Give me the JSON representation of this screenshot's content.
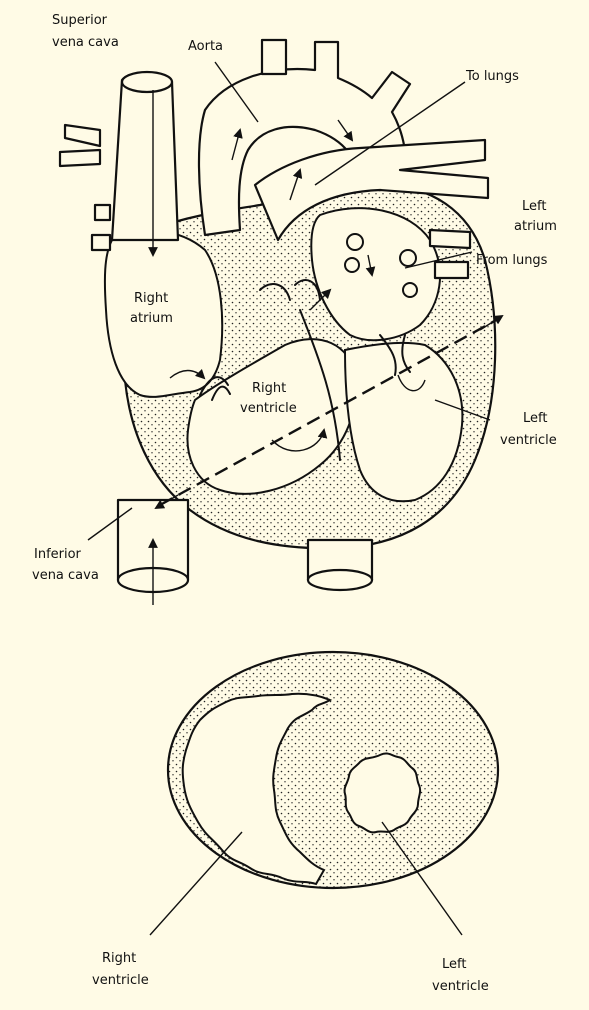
{
  "top_labels": {
    "superior_line1": "Superior",
    "superior_line2": "vena cava",
    "aorta": "Aorta",
    "to_lungs": "To lungs",
    "left_atrium_line1": "Left",
    "left_atrium_line2": "atrium",
    "from_lungs": "From lungs",
    "right_atrium_line1": "Right",
    "right_atrium_line2": "atrium",
    "right_ventricle_line1": "Right",
    "right_ventricle_line2": "ventricle",
    "left_ventricle_line1": "Left",
    "left_ventricle_line2": "ventricle",
    "inferior_line1": "Inferior",
    "inferior_line2": "vena cava"
  },
  "cross_section_labels": {
    "right_ventricle_line1": "Right",
    "right_ventricle_line2": "ventricle",
    "left_ventricle_line1": "Left",
    "left_ventricle_line2": "ventricle"
  },
  "colors": {
    "background": "#fffbe6",
    "ink": "#111111"
  }
}
